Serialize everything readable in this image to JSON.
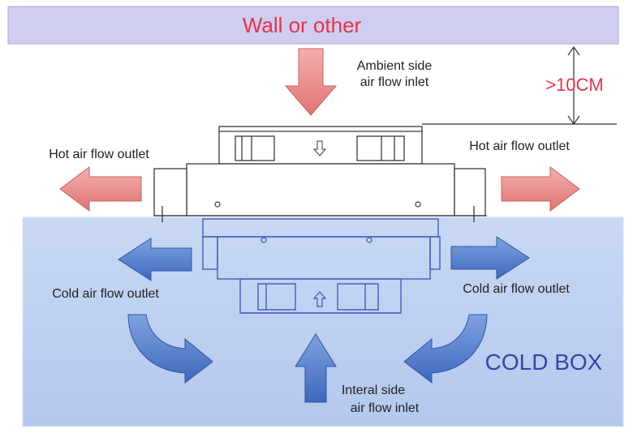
{
  "diagram": {
    "wall_label": "Wall or other",
    "clearance_label": ">10CM",
    "ambient_inlet_line1": "Ambient side",
    "ambient_inlet_line2": "air flow inlet",
    "hot_outlet_left": "Hot air flow outlet",
    "hot_outlet_right": "Hot air flow outlet",
    "cold_outlet_left": "Cold air flow outlet",
    "cold_outlet_right": "Cold air flow outlet",
    "box_label": "COLD BOX",
    "internal_inlet_line1": "Interal side",
    "internal_inlet_line2": "air flow inlet"
  },
  "colors": {
    "wall_fill": "#cfcdf0",
    "wall_text": "#e8324a",
    "clearance_text": "#e8324a",
    "cold_box_fill": "#b9cdf0",
    "cold_box_text": "#3a43a8",
    "hot_arrow": "#e88a8a",
    "cold_arrow": "#4a78c8",
    "unit_outline": "#3a3a3a",
    "cold_unit_outline": "#3b52b8"
  }
}
